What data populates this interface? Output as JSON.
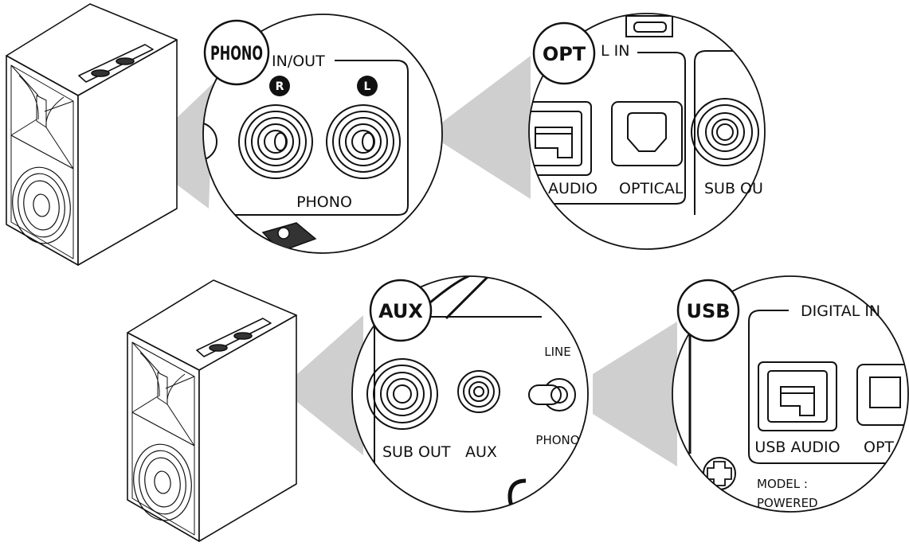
{
  "panels": {
    "phono": {
      "badge": "PHONO",
      "header": "IN/OUT",
      "channel_r": "R",
      "channel_l": "L",
      "footer": "PHONO"
    },
    "opt": {
      "badge": "OPT",
      "header": "L IN",
      "usb_label": "AUDIO",
      "optical_label": "OPTICAL",
      "sub_label": "SUB OU"
    },
    "aux": {
      "badge": "AUX",
      "sub_label": "SUB OUT",
      "aux_label": "AUX",
      "switch_top": "LINE",
      "switch_bottom": "PHONO"
    },
    "usb": {
      "badge": "USB",
      "header": "DIGITAL IN",
      "usb_label": "USB AUDIO",
      "opt_label": "OPT",
      "model_label": "MODEL :",
      "powered_label": "POWERED"
    }
  },
  "colors": {
    "line": "#111111",
    "shade": "#cfcfcf",
    "background": "#ffffff"
  }
}
